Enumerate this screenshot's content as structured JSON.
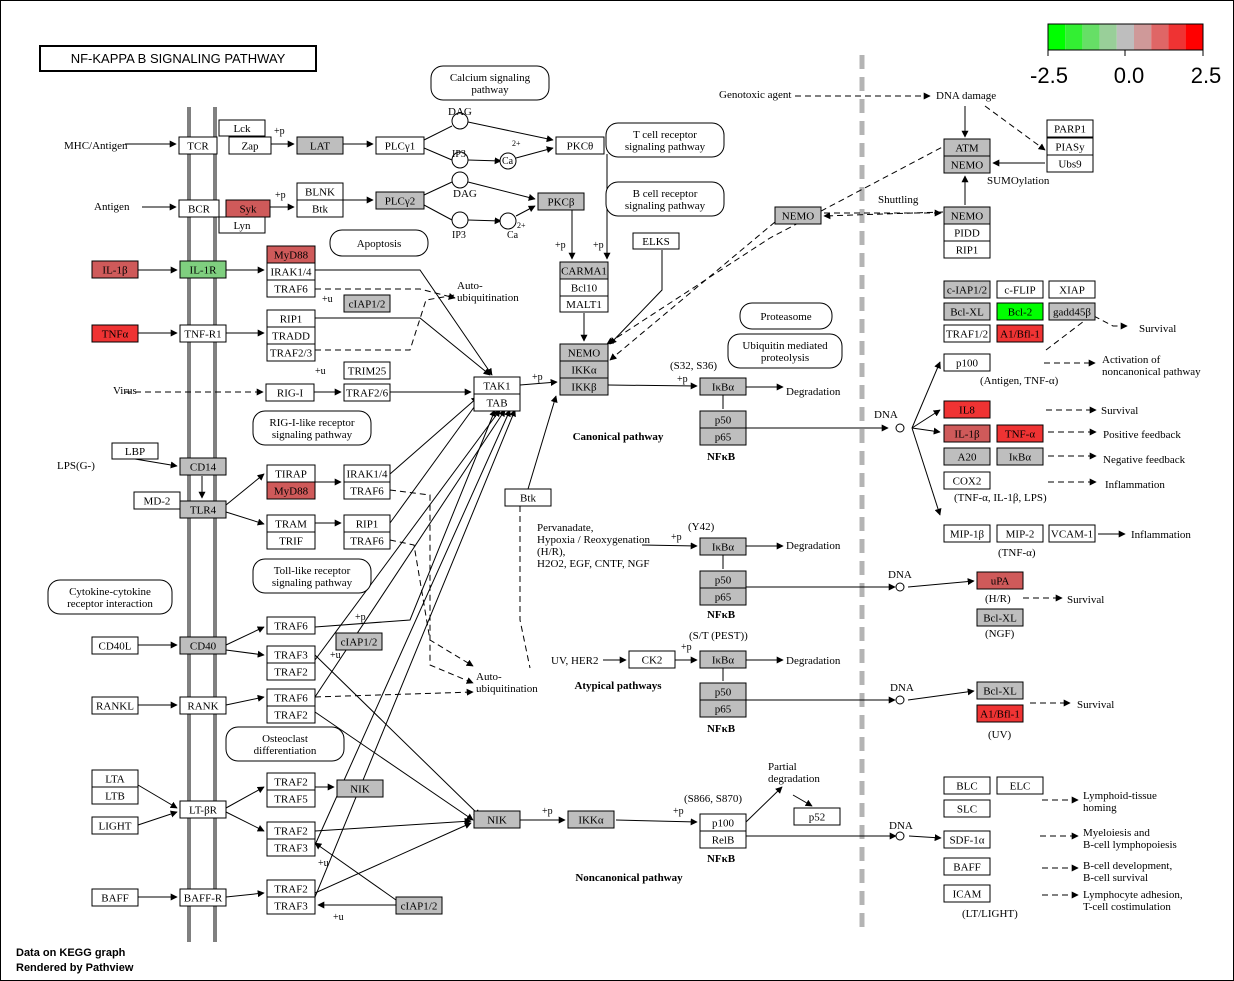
{
  "title": "NF-KAPPA B SIGNALING PATHWAY",
  "legend": {
    "colors": [
      "#00ff00",
      "#33ef33",
      "#66df66",
      "#99cf99",
      "#bebebe",
      "#cf9999",
      "#df6666",
      "#ef3333",
      "#ff0000"
    ],
    "labels": [
      "-2.5",
      "0.0",
      "2.5"
    ]
  },
  "colors": {
    "gray": "#bebebe",
    "white": "#ffffff",
    "red": "#ef3333",
    "lightred": "#cf5a5a",
    "green": "#00ff00",
    "lightgreen": "#7fcf7f"
  },
  "nodes": [
    {
      "id": "tcr",
      "label": "TCR",
      "fill": "white"
    },
    {
      "id": "lck",
      "label": "Lck",
      "fill": "white"
    },
    {
      "id": "zap",
      "label": "Zap",
      "fill": "white"
    },
    {
      "id": "lat",
      "label": "LAT",
      "fill": "gray"
    },
    {
      "id": "plcg1",
      "label": "PLCγ1",
      "fill": "white"
    },
    {
      "id": "pkct",
      "label": "PKCθ",
      "fill": "white"
    },
    {
      "id": "bcr",
      "label": "BCR",
      "fill": "white"
    },
    {
      "id": "syk",
      "label": "Syk",
      "fill": "lightred"
    },
    {
      "id": "lyn",
      "label": "Lyn",
      "fill": "white"
    },
    {
      "id": "blnk",
      "label": "BLNK",
      "fill": "white"
    },
    {
      "id": "btk1",
      "label": "Btk",
      "fill": "white"
    },
    {
      "id": "plcg2",
      "label": "PLCγ2",
      "fill": "gray"
    },
    {
      "id": "pkcb",
      "label": "PKCβ",
      "fill": "gray"
    },
    {
      "id": "il1b_l",
      "label": "IL-1β",
      "fill": "lightred"
    },
    {
      "id": "il1r",
      "label": "IL-1R",
      "fill": "lightgreen"
    },
    {
      "id": "myd88a",
      "label": "MyD88",
      "fill": "lightred"
    },
    {
      "id": "irak14a",
      "label": "IRAK1/4",
      "fill": "white"
    },
    {
      "id": "traf6a",
      "label": "TRAF6",
      "fill": "white"
    },
    {
      "id": "ciap12a",
      "label": "cIAP1/2",
      "fill": "gray"
    },
    {
      "id": "tnfa_l",
      "label": "TNFα",
      "fill": "red"
    },
    {
      "id": "tnfr1",
      "label": "TNF-R1",
      "fill": "white"
    },
    {
      "id": "rip1a",
      "label": "RIP1",
      "fill": "white"
    },
    {
      "id": "tradd",
      "label": "TRADD",
      "fill": "white"
    },
    {
      "id": "traf23",
      "label": "TRAF2/3",
      "fill": "white"
    },
    {
      "id": "rigi",
      "label": "RIG-I",
      "fill": "white"
    },
    {
      "id": "trim25",
      "label": "TRIM25",
      "fill": "white"
    },
    {
      "id": "traf2_6",
      "label": "TRAF2/6",
      "fill": "white"
    },
    {
      "id": "tak1",
      "label": "TAK1",
      "fill": "white"
    },
    {
      "id": "tab",
      "label": "TAB",
      "fill": "white"
    },
    {
      "id": "lbp",
      "label": "LBP",
      "fill": "white"
    },
    {
      "id": "cd14",
      "label": "CD14",
      "fill": "gray"
    },
    {
      "id": "md2",
      "label": "MD-2",
      "fill": "white"
    },
    {
      "id": "tlr4",
      "label": "TLR4",
      "fill": "gray"
    },
    {
      "id": "tirap",
      "label": "TIRAP",
      "fill": "white"
    },
    {
      "id": "myd88b",
      "label": "MyD88",
      "fill": "lightred"
    },
    {
      "id": "irak14b",
      "label": "IRAK1/4",
      "fill": "white"
    },
    {
      "id": "traf6b",
      "label": "TRAF6",
      "fill": "white"
    },
    {
      "id": "tram",
      "label": "TRAM",
      "fill": "white"
    },
    {
      "id": "trif",
      "label": "TRIF",
      "fill": "white"
    },
    {
      "id": "rip1b",
      "label": "RIP1",
      "fill": "white"
    },
    {
      "id": "traf6c",
      "label": "TRAF6",
      "fill": "white"
    },
    {
      "id": "cd40l",
      "label": "CD40L",
      "fill": "white"
    },
    {
      "id": "cd40",
      "label": "CD40",
      "fill": "gray"
    },
    {
      "id": "traf6d",
      "label": "TRAF6",
      "fill": "white"
    },
    {
      "id": "ciap12b",
      "label": "cIAP1/2",
      "fill": "gray"
    },
    {
      "id": "traf3a",
      "label": "TRAF3",
      "fill": "white"
    },
    {
      "id": "traf2a",
      "label": "TRAF2",
      "fill": "white"
    },
    {
      "id": "rankl",
      "label": "RANKL",
      "fill": "white"
    },
    {
      "id": "rank",
      "label": "RANK",
      "fill": "white"
    },
    {
      "id": "traf6e",
      "label": "TRAF6",
      "fill": "white"
    },
    {
      "id": "traf2b",
      "label": "TRAF2",
      "fill": "white"
    },
    {
      "id": "lta",
      "label": "LTA",
      "fill": "white"
    },
    {
      "id": "ltb",
      "label": "LTB",
      "fill": "white"
    },
    {
      "id": "light",
      "label": "LIGHT",
      "fill": "white"
    },
    {
      "id": "ltbr",
      "label": "LT-βR",
      "fill": "white"
    },
    {
      "id": "traf2c",
      "label": "TRAF2",
      "fill": "white"
    },
    {
      "id": "traf5",
      "label": "TRAF5",
      "fill": "white"
    },
    {
      "id": "nik1",
      "label": "NIK",
      "fill": "gray"
    },
    {
      "id": "traf2d",
      "label": "TRAF2",
      "fill": "white"
    },
    {
      "id": "traf3b",
      "label": "TRAF3",
      "fill": "white"
    },
    {
      "id": "baff_l",
      "label": "BAFF",
      "fill": "white"
    },
    {
      "id": "baffr",
      "label": "BAFF-R",
      "fill": "white"
    },
    {
      "id": "traf2e",
      "label": "TRAF2",
      "fill": "white"
    },
    {
      "id": "traf3c",
      "label": "TRAF3",
      "fill": "white"
    },
    {
      "id": "ciap12c",
      "label": "cIAP1/2",
      "fill": "gray"
    },
    {
      "id": "carma1",
      "label": "CARMA1",
      "fill": "gray"
    },
    {
      "id": "bcl10",
      "label": "Bcl10",
      "fill": "white"
    },
    {
      "id": "malt1",
      "label": "MALT1",
      "fill": "white"
    },
    {
      "id": "elks",
      "label": "ELKS",
      "fill": "white"
    },
    {
      "id": "nemo1",
      "label": "NEMO",
      "fill": "gray"
    },
    {
      "id": "ikka1",
      "label": "IKKα",
      "fill": "gray"
    },
    {
      "id": "ikkb",
      "label": "IKKβ",
      "fill": "gray"
    },
    {
      "id": "btk2",
      "label": "Btk",
      "fill": "white"
    },
    {
      "id": "ikba1",
      "label": "IκBα",
      "fill": "gray"
    },
    {
      "id": "p50a",
      "label": "p50",
      "fill": "gray"
    },
    {
      "id": "p65a",
      "label": "p65",
      "fill": "gray"
    },
    {
      "id": "ikba2",
      "label": "IκBα",
      "fill": "gray"
    },
    {
      "id": "p50b",
      "label": "p50",
      "fill": "gray"
    },
    {
      "id": "p65b",
      "label": "p65",
      "fill": "gray"
    },
    {
      "id": "ck2",
      "label": "CK2",
      "fill": "white"
    },
    {
      "id": "ikba3",
      "label": "IκBα",
      "fill": "gray"
    },
    {
      "id": "p50c",
      "label": "p50",
      "fill": "gray"
    },
    {
      "id": "p65c",
      "label": "p65",
      "fill": "gray"
    },
    {
      "id": "nik2",
      "label": "NIK",
      "fill": "gray"
    },
    {
      "id": "ikka2",
      "label": "IKKα",
      "fill": "gray"
    },
    {
      "id": "p100",
      "label": "p100",
      "fill": "white"
    },
    {
      "id": "relb",
      "label": "RelB",
      "fill": "white"
    },
    {
      "id": "p52",
      "label": "p52",
      "fill": "white"
    },
    {
      "id": "nemo2",
      "label": "NEMO",
      "fill": "gray"
    },
    {
      "id": "atm",
      "label": "ATM",
      "fill": "gray"
    },
    {
      "id": "nemo3",
      "label": "NEMO",
      "fill": "gray"
    },
    {
      "id": "parp1",
      "label": "PARP1",
      "fill": "white"
    },
    {
      "id": "piasy",
      "label": "PIASy",
      "fill": "white"
    },
    {
      "id": "ubs9",
      "label": "Ubs9",
      "fill": "white"
    },
    {
      "id": "nemo4",
      "label": "NEMO",
      "fill": "gray"
    },
    {
      "id": "pidd",
      "label": "PIDD",
      "fill": "white"
    },
    {
      "id": "rip1c",
      "label": "RIP1",
      "fill": "white"
    },
    {
      "id": "ciap12d",
      "label": "c-IAP1/2",
      "fill": "gray"
    },
    {
      "id": "cflip",
      "label": "c-FLIP",
      "fill": "white"
    },
    {
      "id": "xiap",
      "label": "XIAP",
      "fill": "white"
    },
    {
      "id": "bclxl1",
      "label": "Bcl-XL",
      "fill": "gray"
    },
    {
      "id": "bcl2",
      "label": "Bcl-2",
      "fill": "green"
    },
    {
      "id": "gadd45b",
      "label": "gadd45β",
      "fill": "gray"
    },
    {
      "id": "traf12",
      "label": "TRAF1/2",
      "fill": "white"
    },
    {
      "id": "a1bfl1a",
      "label": "A1/Bfl-1",
      "fill": "red"
    },
    {
      "id": "p100r",
      "label": "p100",
      "fill": "white"
    },
    {
      "id": "il8",
      "label": "IL8",
      "fill": "red"
    },
    {
      "id": "il1b_r",
      "label": "IL-1β",
      "fill": "lightred"
    },
    {
      "id": "tnfa_r",
      "label": "TNF-α",
      "fill": "red"
    },
    {
      "id": "a20",
      "label": "A20",
      "fill": "gray"
    },
    {
      "id": "ikba_r",
      "label": "IκBα",
      "fill": "gray"
    },
    {
      "id": "cox2",
      "label": "COX2",
      "fill": "white"
    },
    {
      "id": "mip1b",
      "label": "MIP-1β",
      "fill": "white"
    },
    {
      "id": "mip2",
      "label": "MIP-2",
      "fill": "white"
    },
    {
      "id": "vcam1",
      "label": "VCAM-1",
      "fill": "white"
    },
    {
      "id": "upa",
      "label": "uPA",
      "fill": "lightred"
    },
    {
      "id": "bclxl2",
      "label": "Bcl-XL",
      "fill": "gray"
    },
    {
      "id": "bclxl3",
      "label": "Bcl-XL",
      "fill": "gray"
    },
    {
      "id": "a1bfl1b",
      "label": "A1/Bfl-1",
      "fill": "red"
    },
    {
      "id": "blc",
      "label": "BLC",
      "fill": "white"
    },
    {
      "id": "elc",
      "label": "ELC",
      "fill": "white"
    },
    {
      "id": "slc",
      "label": "SLC",
      "fill": "white"
    },
    {
      "id": "sdf1a",
      "label": "SDF-1α",
      "fill": "white"
    },
    {
      "id": "baff_r",
      "label": "BAFF",
      "fill": "white"
    },
    {
      "id": "icam",
      "label": "ICAM",
      "fill": "white"
    }
  ],
  "bubbles": [
    {
      "id": "calcium",
      "lines": [
        "Calcium signaling",
        "pathway"
      ]
    },
    {
      "id": "tcrp",
      "lines": [
        "T cell receptor",
        "signaling pathway"
      ]
    },
    {
      "id": "bcrp",
      "lines": [
        "B cell receptor",
        "signaling pathway"
      ]
    },
    {
      "id": "apoptosis",
      "lines": [
        "Apoptosis"
      ]
    },
    {
      "id": "rigip",
      "lines": [
        "RIG-I-like receptor",
        "signaling pathway"
      ]
    },
    {
      "id": "tollp",
      "lines": [
        "Toll-like receptor",
        "signaling pathway"
      ]
    },
    {
      "id": "cytop",
      "lines": [
        "Cytokine-cytokine",
        "receptor interaction"
      ]
    },
    {
      "id": "osteo",
      "lines": [
        "Osteoclast",
        "differentiation"
      ]
    },
    {
      "id": "proteasome",
      "lines": [
        "Proteasome"
      ]
    },
    {
      "id": "ubiq",
      "lines": [
        "Ubiquitin mediated",
        "proteolysis"
      ]
    }
  ],
  "labels": [
    {
      "id": "mhc",
      "lines": [
        "MHC/Antigen"
      ]
    },
    {
      "id": "antigen",
      "lines": [
        "Antigen"
      ]
    },
    {
      "id": "virus",
      "lines": [
        "Virus"
      ]
    },
    {
      "id": "lps",
      "lines": [
        "LPS(G-)"
      ]
    },
    {
      "id": "autoub1",
      "lines": [
        "Auto-",
        "ubiquitination"
      ]
    },
    {
      "id": "autoub2",
      "lines": [
        "Auto-",
        "ubiquitination"
      ]
    },
    {
      "id": "genotoxic",
      "lines": [
        "Genotoxic agent"
      ]
    },
    {
      "id": "dnadamage",
      "lines": [
        "DNA damage"
      ]
    },
    {
      "id": "sumoylation",
      "lines": [
        "SUMOylation"
      ]
    },
    {
      "id": "shuttling",
      "lines": [
        "Shuttling"
      ]
    },
    {
      "id": "canonical",
      "lines": [
        "Canonical pathway"
      ],
      "bold": true
    },
    {
      "id": "atypical",
      "lines": [
        "Atypical pathways"
      ],
      "bold": true
    },
    {
      "id": "noncanonical",
      "lines": [
        "Noncanonical pathway"
      ],
      "bold": true
    },
    {
      "id": "nfkb1",
      "lines": [
        "NFκB"
      ],
      "bold": true
    },
    {
      "id": "nfkb2",
      "lines": [
        "NFκB"
      ],
      "bold": true
    },
    {
      "id": "nfkb3",
      "lines": [
        "NFκB"
      ],
      "bold": true
    },
    {
      "id": "nfkb4",
      "lines": [
        "NFκB"
      ],
      "bold": true
    },
    {
      "id": "s32s36",
      "lines": [
        "(S32, S36)"
      ]
    },
    {
      "id": "y42",
      "lines": [
        "(Y42)"
      ]
    },
    {
      "id": "stpest",
      "lines": [
        "(S/T (PEST))"
      ]
    },
    {
      "id": "s866",
      "lines": [
        "(S866, S870)"
      ]
    },
    {
      "id": "degr1",
      "lines": [
        "Degradation"
      ]
    },
    {
      "id": "degr2",
      "lines": [
        "Degradation"
      ]
    },
    {
      "id": "degr3",
      "lines": [
        "Degradation"
      ]
    },
    {
      "id": "partial",
      "lines": [
        "Partial",
        "degradation"
      ]
    },
    {
      "id": "pervan",
      "lines": [
        "Pervanadate,",
        "Hypoxia / Reoxygenation",
        "(H/R),",
        "H2O2, EGF, CNTF, NGF"
      ]
    },
    {
      "id": "uvher2",
      "lines": [
        "UV, HER2"
      ]
    },
    {
      "id": "dna1",
      "lines": [
        "DNA"
      ]
    },
    {
      "id": "dna2",
      "lines": [
        "DNA"
      ]
    },
    {
      "id": "dna3",
      "lines": [
        "DNA"
      ]
    },
    {
      "id": "dna4",
      "lines": [
        "DNA"
      ]
    },
    {
      "id": "antigentnf",
      "lines": [
        "(Antigen, TNF-α)"
      ]
    },
    {
      "id": "tnfil1",
      "lines": [
        "(TNF-α, IL-1β, LPS)"
      ]
    },
    {
      "id": "tnfa2",
      "lines": [
        "(TNF-α)"
      ]
    },
    {
      "id": "hr",
      "lines": [
        "(H/R)"
      ]
    },
    {
      "id": "ngf",
      "lines": [
        "(NGF)"
      ]
    },
    {
      "id": "uv",
      "lines": [
        "(UV)"
      ]
    },
    {
      "id": "ltlight",
      "lines": [
        "(LT/LIGHT)"
      ]
    },
    {
      "id": "surv1",
      "lines": [
        "Survival"
      ]
    },
    {
      "id": "actnon",
      "lines": [
        "Activation of",
        "noncanonical pathway"
      ]
    },
    {
      "id": "surv2",
      "lines": [
        "Survival"
      ]
    },
    {
      "id": "posfb",
      "lines": [
        "Positive feedback"
      ]
    },
    {
      "id": "negfb",
      "lines": [
        "Negative feedback"
      ]
    },
    {
      "id": "inflam1",
      "lines": [
        "Inflammation"
      ]
    },
    {
      "id": "inflam2",
      "lines": [
        "Inflammation"
      ]
    },
    {
      "id": "surv3",
      "lines": [
        "Survival"
      ]
    },
    {
      "id": "surv4",
      "lines": [
        "Survival"
      ]
    },
    {
      "id": "lymphoid",
      "lines": [
        "Lymphoid-tissue",
        "homing"
      ]
    },
    {
      "id": "myelo",
      "lines": [
        "Myeloiesis and",
        "B-cell lymphopoiesis"
      ]
    },
    {
      "id": "bcelldev",
      "lines": [
        "B-cell development,",
        "B-cell survival"
      ]
    },
    {
      "id": "lymphadh",
      "lines": [
        "Lymphocyte adhesion,",
        "T-cell costimulation"
      ]
    },
    {
      "id": "p1",
      "lines": [
        "+p"
      ]
    },
    {
      "id": "p2",
      "lines": [
        "+p"
      ]
    },
    {
      "id": "p3",
      "lines": [
        "+p"
      ]
    },
    {
      "id": "p4",
      "lines": [
        "+p"
      ]
    },
    {
      "id": "p5",
      "lines": [
        "+p"
      ]
    },
    {
      "id": "p6",
      "lines": [
        "+p"
      ]
    },
    {
      "id": "p7",
      "lines": [
        "+p"
      ]
    },
    {
      "id": "p8",
      "lines": [
        "+p"
      ]
    },
    {
      "id": "p9",
      "lines": [
        "+p"
      ]
    },
    {
      "id": "p10",
      "lines": [
        "+p"
      ]
    },
    {
      "id": "p11",
      "lines": [
        "+p"
      ]
    },
    {
      "id": "u1",
      "lines": [
        "+u"
      ]
    },
    {
      "id": "u2",
      "lines": [
        "+u"
      ]
    },
    {
      "id": "u3",
      "lines": [
        "+u"
      ]
    },
    {
      "id": "u4",
      "lines": [
        "+u"
      ]
    },
    {
      "id": "u5",
      "lines": [
        "+u"
      ]
    },
    {
      "id": "dag1",
      "lines": [
        "DAG"
      ]
    },
    {
      "id": "dag2",
      "lines": [
        "DAG"
      ]
    },
    {
      "id": "ip3a",
      "lines": [
        "IP3"
      ]
    },
    {
      "id": "ip3b",
      "lines": [
        "IP3"
      ]
    },
    {
      "id": "ca1",
      "lines": [
        "Ca"
      ]
    },
    {
      "id": "ca2",
      "lines": [
        "Ca"
      ]
    },
    {
      "id": "ca1s",
      "lines": [
        "2+"
      ]
    },
    {
      "id": "ca2s",
      "lines": [
        "2+"
      ]
    }
  ],
  "footer": {
    "line1": "Data on KEGG graph",
    "line2": "Rendered by Pathview"
  }
}
